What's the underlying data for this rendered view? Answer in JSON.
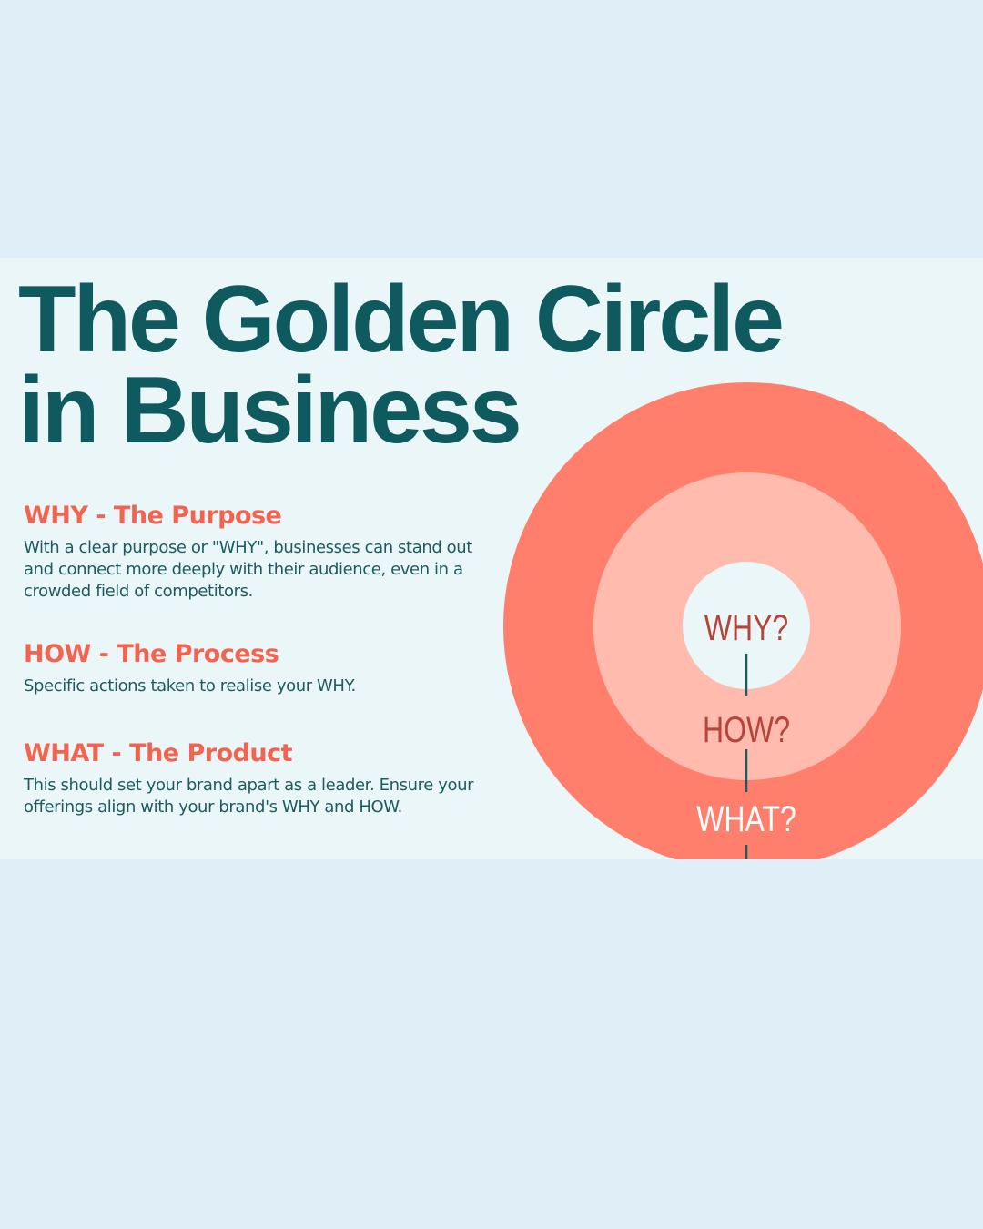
{
  "title_line1": "The Golden Circle",
  "title_line2": "in Business",
  "sections": [
    {
      "heading": "WHY - The Purpose",
      "text": "With a clear purpose or \"WHY\", businesses can stand out and connect more deeply with their audience, even in a crowded field of competitors."
    },
    {
      "heading": "HOW - The Process",
      "text": "Specific actions taken to realise your WHY."
    },
    {
      "heading": "WHAT - The Product",
      "text": "This should set your brand apart as a leader. Ensure your offerings align with your brand's WHY and HOW."
    }
  ],
  "circle": {
    "why": "WHY?",
    "how": "HOW?",
    "what": "WHAT?"
  },
  "colors": {
    "title": "#0e5a5e",
    "heading": "#f26450",
    "outer": "#ff7f6c",
    "middle": "#ffbbae",
    "inner": "#eaf6f8",
    "label_dark": "#b5443a"
  }
}
